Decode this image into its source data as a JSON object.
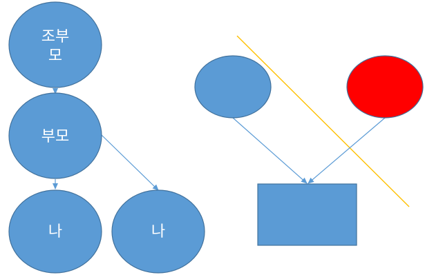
{
  "diagram": {
    "colors": {
      "node_fill": "#5b9bd5",
      "node_stroke": "#41719c",
      "edge": "#5b9bd5",
      "highlight_fill": "#ff0000",
      "divider": "#ffc000",
      "label": "#ffffff"
    },
    "nodes": {
      "grandparent": {
        "label_line1": "조부",
        "label_line2": "모"
      },
      "parent": {
        "label": "부모"
      },
      "child_left": {
        "label": "나"
      },
      "child_right": {
        "label": "나"
      }
    }
  }
}
